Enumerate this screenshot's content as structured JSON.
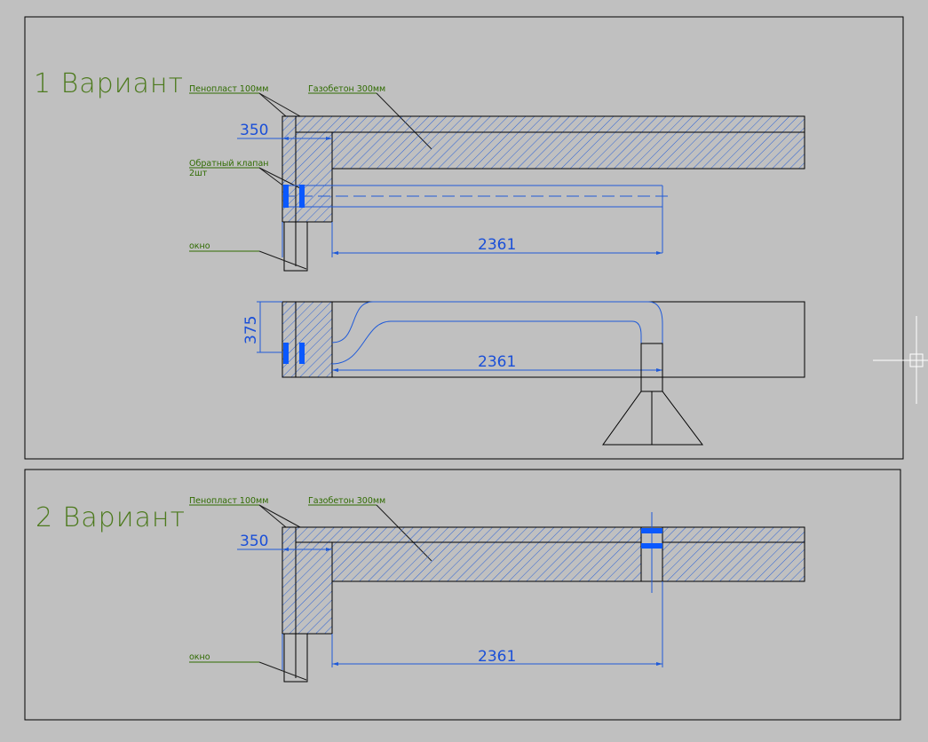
{
  "variant1": {
    "title": "1 Вариант",
    "label_foam": "Пенопласт 100мм",
    "label_concrete": "Газобетон 300мм",
    "label_valve_1": "Обратный клапан",
    "label_valve_2": "2шт",
    "label_window": "окно",
    "dim_wall": "350",
    "dim_duct_length": "2361",
    "dim_height": "375",
    "dim_duct_length_2": "2361"
  },
  "variant2": {
    "title": "2 Вариант",
    "label_foam": "Пенопласт 100мм",
    "label_concrete": "Газобетон 300мм",
    "label_window": "окно",
    "dim_wall": "350",
    "dim_duct_length": "2361"
  },
  "colors": {
    "background": "#c0c0c0",
    "lines": "#000000",
    "dimensions": "#1f5ad8",
    "labels": "#2f6b00",
    "valve": "#0a58ff"
  }
}
